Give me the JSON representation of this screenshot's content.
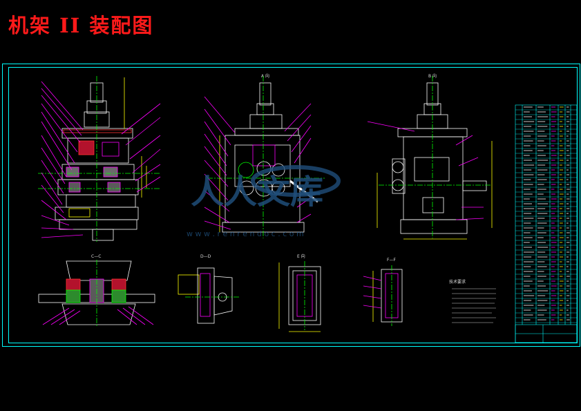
{
  "page_title": "机架 II 装配图",
  "view_labels": {
    "a": "A 向",
    "b": "B 向",
    "cc": "C—C",
    "dd": "D—D",
    "e": "E 向",
    "ff": "F—F"
  },
  "notes_heading": "技术要求",
  "watermark": {
    "main": "人人文库",
    "url": "w w w . r e n r e n d o c . c o m"
  },
  "colors": {
    "background": "#000000",
    "frame": "#00ffff",
    "title": "#ff1a1a",
    "part": "#ffffff",
    "leader": "#ff00ff",
    "center": "#00ff00",
    "dimension": "#ffff00",
    "accent": "#ff3333"
  }
}
